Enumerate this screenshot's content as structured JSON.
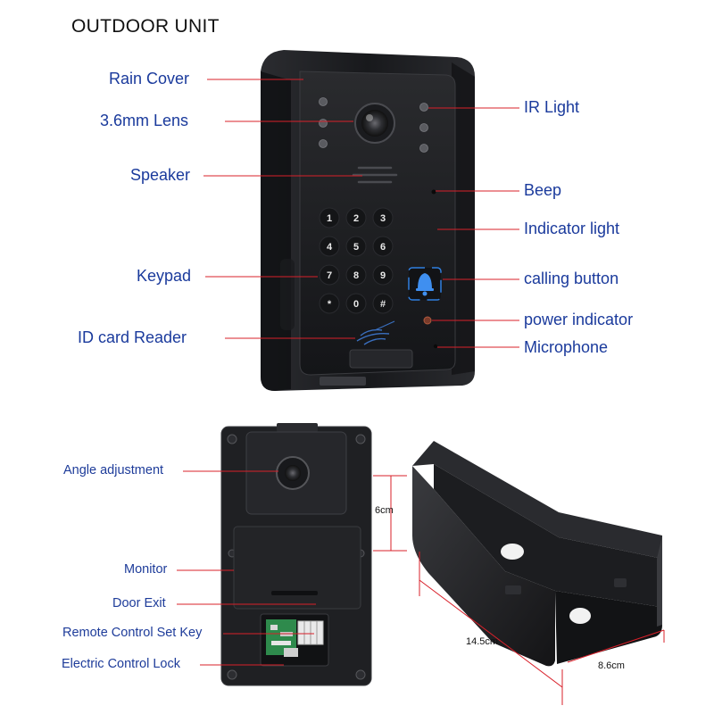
{
  "title": "OUTDOOR UNIT",
  "front_labels": {
    "rain_cover": "Rain Cover",
    "lens": "3.6mm Lens",
    "speaker": "Speaker",
    "keypad": "Keypad",
    "id_card_reader": "ID card Reader",
    "ir_light": "IR Light",
    "beep": "Beep",
    "indicator_light": "Indicator light",
    "calling_button": "calling button",
    "power_indicator": "power indicator",
    "microphone": "Microphone"
  },
  "keypad_keys": [
    "1",
    "2",
    "3",
    "4",
    "5",
    "6",
    "7",
    "8",
    "9",
    "*",
    "0",
    "#"
  ],
  "back_labels": {
    "angle_adjustment": "Angle adjustment",
    "monitor": "Monitor",
    "door_exit": "Door Exit",
    "remote_control_set_key": "Remote Control Set Key",
    "electric_control_lock": "Electric Control Lock"
  },
  "dimensions": {
    "height": "6cm",
    "length": "14.5cm",
    "depth": "8.6cm"
  },
  "colors": {
    "label_text": "#1a3a9c",
    "leader_line": "#d8202a",
    "device_body": "#1c1d20",
    "button_glow": "#2f7fe0"
  },
  "icons": {
    "calling_button": "bell-icon",
    "id_reader": "rfid-waves-icon"
  }
}
